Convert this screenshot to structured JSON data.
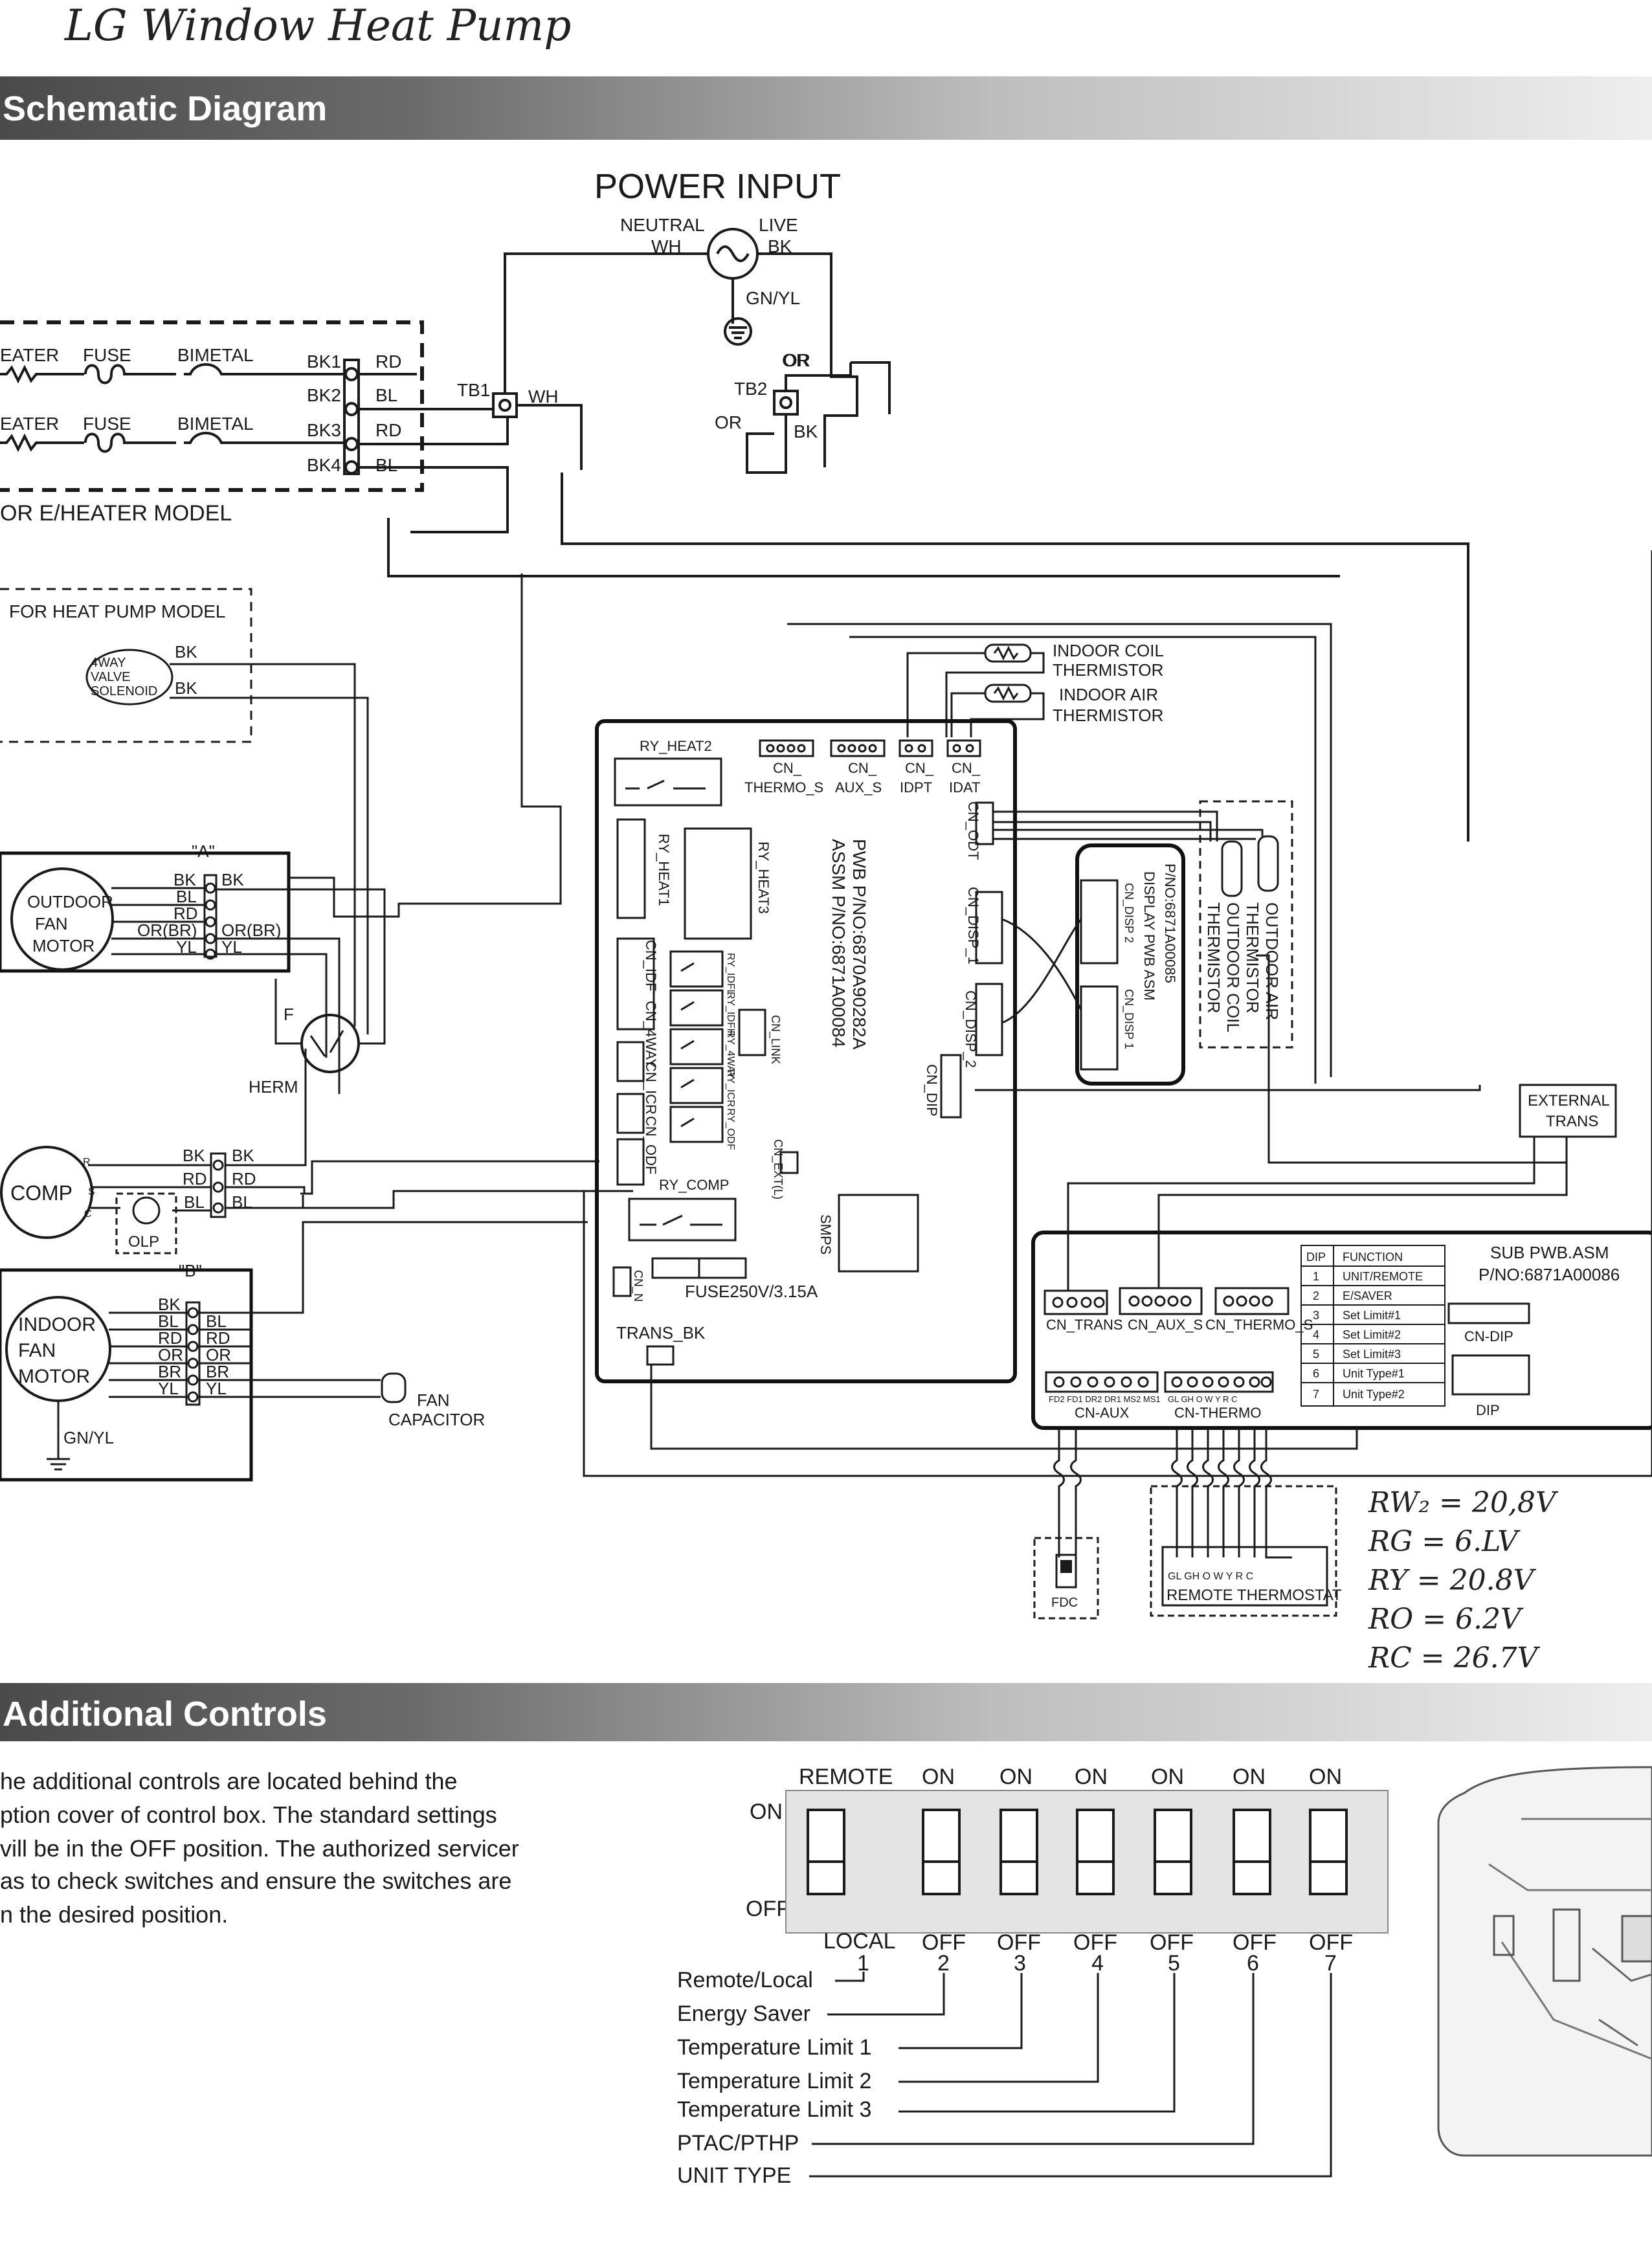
{
  "handwritten": {
    "title": "LG   Window Heat Pump",
    "voltages": [
      "RW₂  =  20,8V",
      "RG  =  6.LV",
      "RY  =  20.8V",
      "RO  =  6.2V",
      "RC  =  26.7V"
    ]
  },
  "sections": {
    "schematic_title": "Schematic Diagram",
    "controls_title": "Additional Controls"
  },
  "power": {
    "title": "POWER INPUT",
    "neutral": "NEUTRAL",
    "live": "LIVE",
    "wh": "WH",
    "bk": "BK",
    "gnyl": "GN/YL",
    "or": "OR"
  },
  "heater_box": {
    "heater": "EATER",
    "fuse": "FUSE",
    "bimetal": "BIMETAL",
    "terminals": [
      "BK1",
      "BK2",
      "BK3",
      "BK4"
    ],
    "wires": [
      "RD",
      "BL",
      "RD",
      "BL"
    ],
    "caption": "OR E/HEATER MODEL"
  },
  "terminals": {
    "tb1": "TB1",
    "tb2": "TB2",
    "wh": "WH",
    "or": "OR",
    "or2": "OR",
    "bk": "BK"
  },
  "heat_pump_box": {
    "title": "FOR HEAT PUMP MODEL",
    "valve": [
      "4WAY",
      "VALVE",
      "SOLENOID"
    ],
    "wires": [
      "BK",
      "BK"
    ]
  },
  "thermistors": {
    "indoor_coil": [
      "INDOOR COIL",
      "THERMISTOR"
    ],
    "indoor_air": [
      "INDOOR AIR",
      "THERMISTOR"
    ],
    "outdoor_air": [
      "OUTDOOR AIR",
      "THERMISTOR"
    ],
    "outdoor_coil": [
      "OUTDOOR COIL",
      "THERMISTOR"
    ]
  },
  "main_pcb": {
    "part_no": "PWB P/NO:6870A90282A",
    "assy_no": "ASSM P/NO:6871A00084",
    "ry_heat2": "RY_HEAT2",
    "ry_heat1": "RY_HEAT1",
    "ry_heat3": "RY_HEAT3",
    "cn_thermo_s": [
      "CN_",
      "THERMO_S"
    ],
    "cn_aux_s": [
      "CN_",
      "AUX_S"
    ],
    "cn_idpt": [
      "CN_",
      "IDPT"
    ],
    "cn_idat": [
      "CN_",
      "IDAT"
    ],
    "cn_odt": "CN_ODT",
    "cn_disp1": "CN_DISP_1",
    "cn_disp2": "CN_DISP_2",
    "cn_dip": "CN_DIP",
    "cn_link": "CN_LINK",
    "cn_idf": "CN_IDF",
    "cn_4way": "CN_4WAY",
    "cn_icr": "CN_ICR",
    "cn_odf": "CN_ODF",
    "relays": [
      "RY_IDFL",
      "RY_IDFH",
      "RY_4WAY",
      "RY_ICR",
      "RY_ODF"
    ],
    "ry_comp": "RY_COMP",
    "cn_ext": "CN_EXT(L)",
    "smps": "SMPS",
    "fuse": "FUSE250V/3.15A",
    "cn_n": "CN_N",
    "trans_bk": "TRANS_BK"
  },
  "display_pcb": {
    "title": "DISPLAY PWB ASM",
    "part": "P/NO:6871A00085",
    "cn_disp2": "CN_DISP 2",
    "cn_disp1": "CN_DISP 1"
  },
  "outdoor_fan": {
    "label": "\"A\"",
    "name": [
      "OUTDOOR",
      "FAN",
      "MOTOR"
    ],
    "left": [
      "BK",
      "BL",
      "RD",
      "OR(BR)",
      "YL"
    ],
    "right": [
      "BK",
      "OR(BR)",
      "YL"
    ]
  },
  "compressor": {
    "name": "COMP",
    "r": "R",
    "s": "S",
    "c": "C",
    "olp": "OLP",
    "f": "F",
    "herm": "HERM",
    "left": [
      "BK",
      "RD",
      "BL"
    ],
    "right": [
      "BK",
      "RD",
      "BL"
    ]
  },
  "indoor_fan": {
    "label": "\"B\"",
    "name": [
      "INDOOR",
      "FAN",
      "MOTOR"
    ],
    "left": [
      "BK",
      "BL",
      "RD",
      "OR",
      "BR",
      "YL"
    ],
    "right": [
      "BL",
      "RD",
      "OR",
      "BR",
      "YL"
    ],
    "ground": "GN/YL",
    "capacitor": [
      "FAN",
      "CAPACITOR"
    ]
  },
  "external_trans": [
    "EXTERNAL",
    "TRANS"
  ],
  "sub_pcb": {
    "title": "SUB PWB.ASM",
    "part": "P/NO:6871A00086",
    "cn_trans": "CN_TRANS",
    "cn_aux_s": "CN_AUX_S",
    "cn_thermo_s": "CN_THERMO_S",
    "cn_dip": "CN-DIP",
    "dip": "DIP",
    "cn_aux": "CN-AUX",
    "cn_thermo": "CN-THERMO",
    "aux_pins": "FD2 FD1 DR2 DR1 MS2 MS1",
    "thermo_pins": "GL GH  O  W  Y  R  C",
    "dip_table": {
      "headers": [
        "DIP",
        "FUNCTION"
      ],
      "rows": [
        [
          "1",
          "UNIT/REMOTE"
        ],
        [
          "2",
          "E/SAVER"
        ],
        [
          "3",
          "Set Limit#1"
        ],
        [
          "4",
          "Set Limit#2"
        ],
        [
          "5",
          "Set Limit#3"
        ],
        [
          "6",
          "Unit Type#1"
        ],
        [
          "7",
          "Unit Type#2"
        ]
      ]
    }
  },
  "fdc": "FDC",
  "remote_thermostat": {
    "title": "REMOTE THERMOSTAT",
    "pins": "GL GH O  W  Y  R  C"
  },
  "additional": {
    "text": [
      "he additional controls are located behind the",
      "ption cover of control box. The standard settings",
      "vill be in the OFF position. The authorized servicer",
      "as to check switches and ensure the switches are",
      "n the desired position."
    ],
    "top_labels": [
      "REMOTE",
      "ON",
      "ON",
      "ON",
      "ON",
      "ON",
      "ON"
    ],
    "on": "ON",
    "off": "OFF",
    "bottom_labels": [
      "LOCAL",
      "OFF",
      "OFF",
      "OFF",
      "OFF",
      "OFF",
      "OFF"
    ],
    "numbers": [
      "1",
      "2",
      "3",
      "4",
      "5",
      "6",
      "7"
    ],
    "functions": [
      "Remote/Local",
      "Energy Saver",
      "Temperature Limit 1",
      "Temperature Limit 2",
      "Temperature Limit 3",
      "PTAC/PTHP",
      "UNIT TYPE"
    ]
  }
}
